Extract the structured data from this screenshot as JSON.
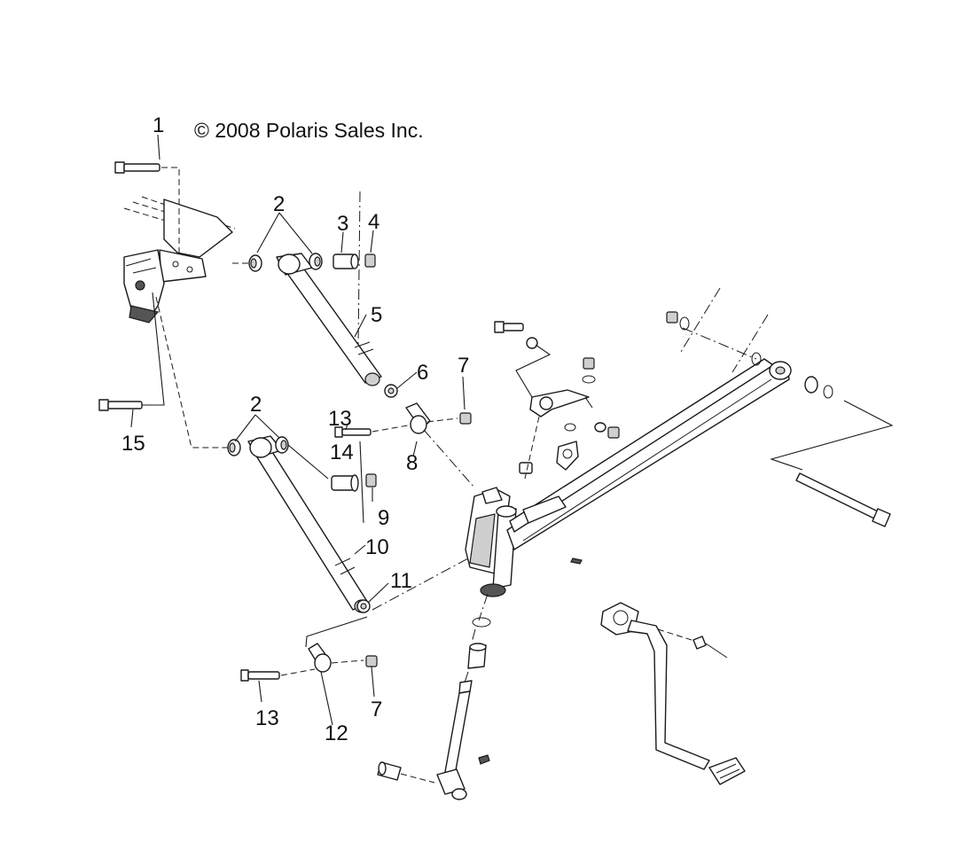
{
  "copyright": "© 2008 Polaris Sales Inc.",
  "callouts": [
    {
      "id": "c1",
      "label": "1"
    },
    {
      "id": "c2a",
      "label": "2"
    },
    {
      "id": "c3",
      "label": "3"
    },
    {
      "id": "c4",
      "label": "4"
    },
    {
      "id": "c5",
      "label": "5"
    },
    {
      "id": "c6",
      "label": "6"
    },
    {
      "id": "c7a",
      "label": "7"
    },
    {
      "id": "c13a",
      "label": "13"
    },
    {
      "id": "c2b",
      "label": "2"
    },
    {
      "id": "c15",
      "label": "15"
    },
    {
      "id": "c14",
      "label": "14"
    },
    {
      "id": "c8",
      "label": "8"
    },
    {
      "id": "c9",
      "label": "9"
    },
    {
      "id": "c10",
      "label": "10"
    },
    {
      "id": "c11",
      "label": "11"
    },
    {
      "id": "c13b",
      "label": "13"
    },
    {
      "id": "c12",
      "label": "12"
    },
    {
      "id": "c7b",
      "label": "7"
    }
  ]
}
